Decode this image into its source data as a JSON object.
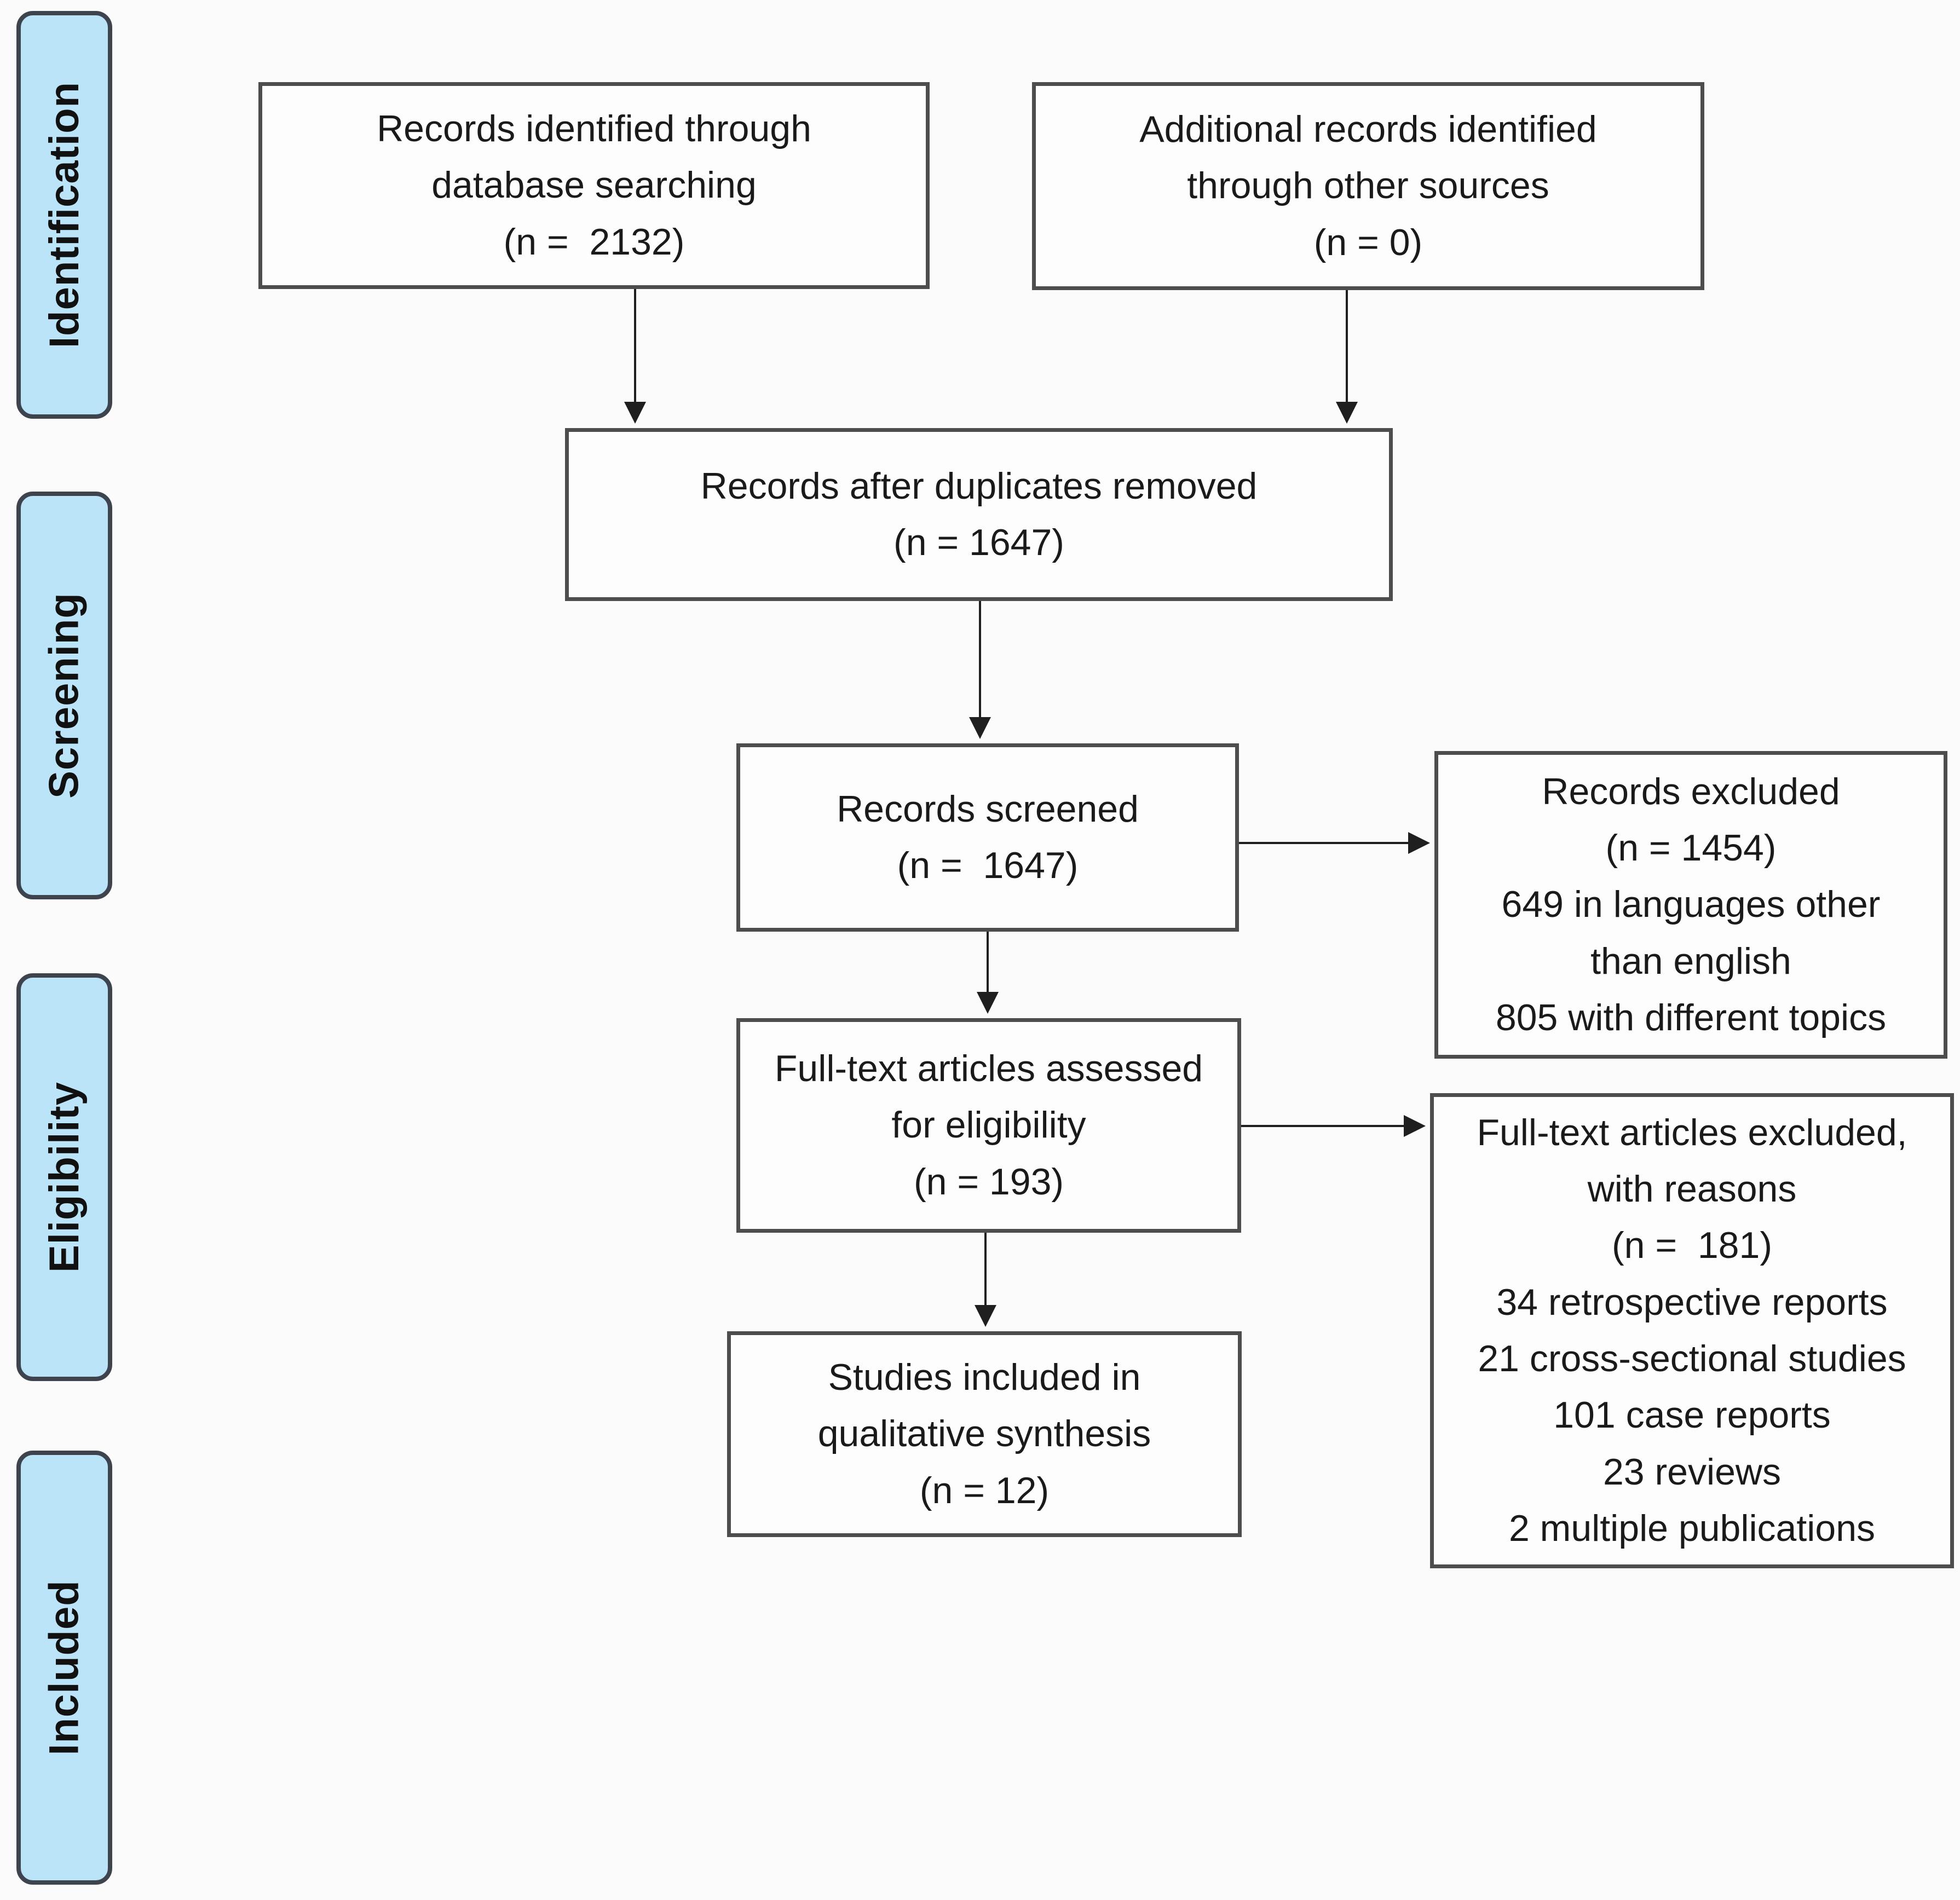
{
  "diagram": {
    "type": "prisma-flow",
    "phases": [
      "Identification",
      "Screening",
      "Eligibility",
      "Included"
    ],
    "boxes": {
      "records_identified": {
        "lines": [
          "Records identified through",
          "database searching",
          "(n =  2132)"
        ]
      },
      "additional_records": {
        "lines": [
          "Additional records identified",
          "through other sources",
          "(n = 0)"
        ]
      },
      "after_duplicates": {
        "lines": [
          "Records after duplicates removed",
          "(n = 1647)"
        ]
      },
      "records_screened": {
        "lines": [
          "Records screened",
          "(n =  1647)"
        ]
      },
      "records_excluded": {
        "lines": [
          "Records excluded",
          "(n = 1454)",
          "649 in languages other",
          "than english",
          "805 with different topics"
        ]
      },
      "fulltext_assessed": {
        "lines": [
          "Full-text articles assessed",
          "for eligibility",
          "(n = 193)"
        ]
      },
      "fulltext_excluded": {
        "lines": [
          "Full-text articles excluded,",
          "with reasons",
          "(n =  181)",
          "34 retrospective reports",
          "21 cross-sectional studies",
          "101 case reports",
          "23 reviews",
          "2 multiple publications"
        ]
      },
      "studies_included": {
        "lines": [
          "Studies included in",
          "qualitative synthesis",
          "(n = 12)"
        ]
      }
    },
    "colors": {
      "phase_fill": "#bce4f8",
      "phase_border": "#3e444d",
      "box_fill": "#fdfdfd",
      "box_border": "#4d4d4d",
      "arrow": "#1f1f1f",
      "text": "#1a1a1a",
      "background": "#fbfbfb"
    }
  }
}
